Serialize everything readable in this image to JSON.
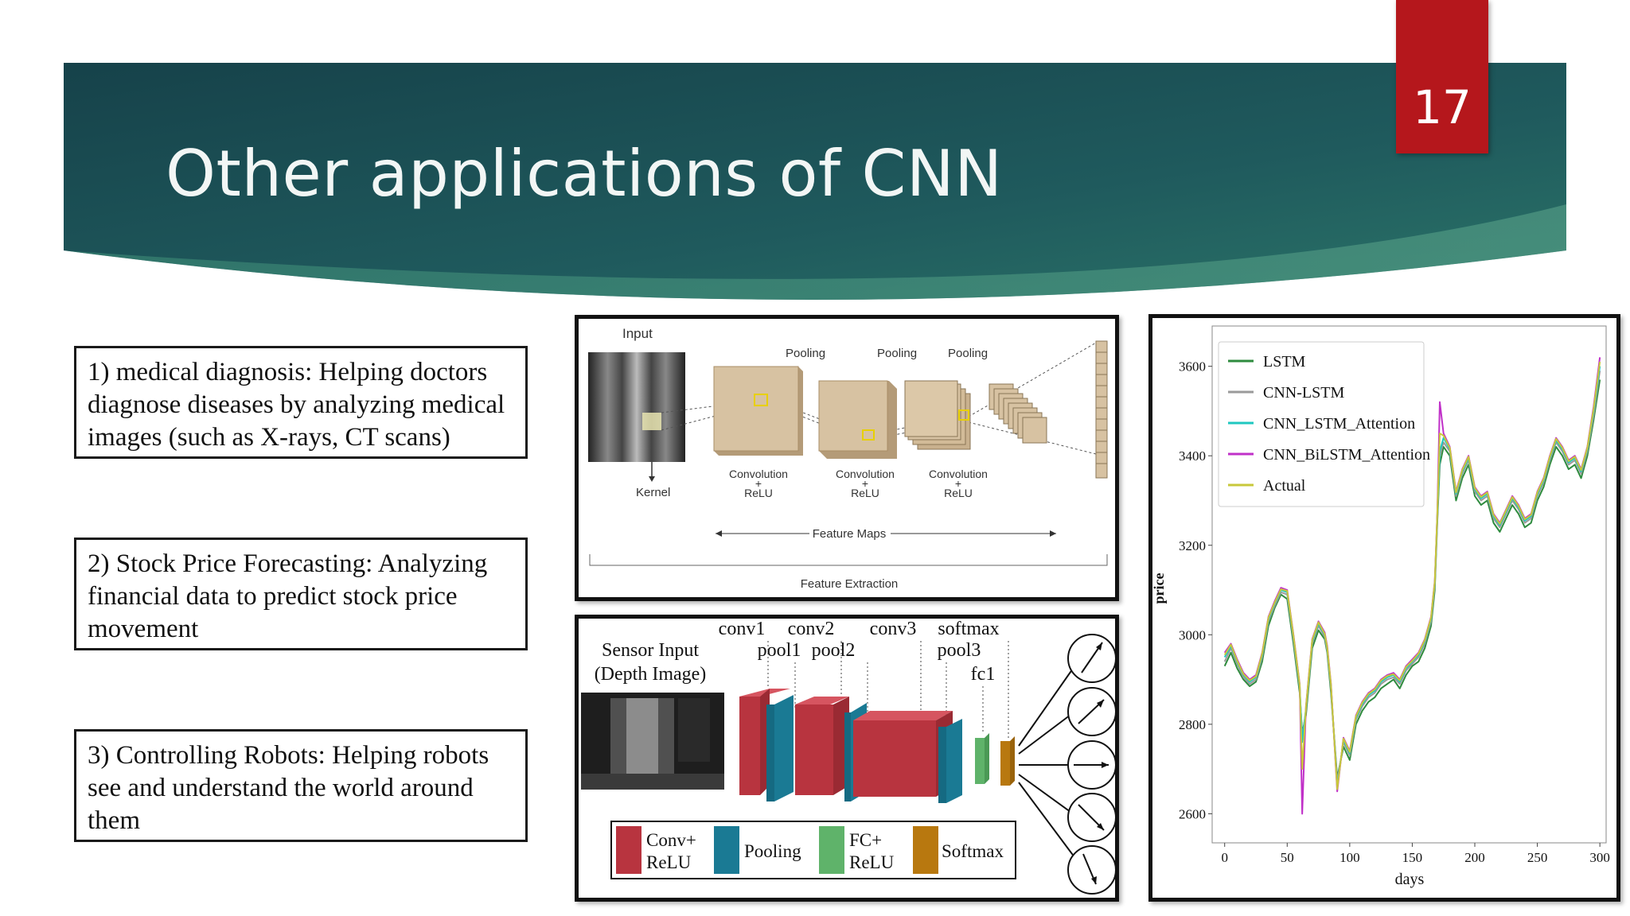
{
  "slide": {
    "title": "Other applications of CNN",
    "number": "17",
    "banner_color": "#1c4f55",
    "accent_color": "#b5171c"
  },
  "applications": [
    {
      "text": "1) medical diagnosis: Helping doctors diagnose diseases by analyzing medical images (such as X-rays, CT scans)"
    },
    {
      "text": "2) Stock Price Forecasting: Analyzing financial data to predict stock price movement"
    },
    {
      "text": "3) Controlling Robots: Helping robots see and understand the world around them"
    }
  ],
  "cnn_diagram": {
    "input_label": "Input",
    "kernel_label": "Kernel",
    "pooling_labels": [
      "Pooling",
      "Pooling",
      "Pooling"
    ],
    "conv_labels": [
      {
        "line1": "Convolution",
        "plus": "+",
        "line2": "ReLU"
      },
      {
        "line1": "Convolution",
        "plus": "+",
        "line2": "ReLU"
      },
      {
        "line1": "Convolution",
        "plus": "+",
        "line2": "ReLU"
      }
    ],
    "feature_maps_label": "Feature Maps",
    "feature_extraction_label": "Feature Extraction"
  },
  "robot_diagram": {
    "sensor_line1": "Sensor Input",
    "sensor_line2": "(Depth Image)",
    "top_labels": [
      "conv1",
      "conv2",
      "conv3",
      "softmax"
    ],
    "mid_labels": [
      "pool1",
      "pool2",
      "pool3"
    ],
    "fc_label": "fc1",
    "legend": [
      {
        "line1": "Conv+",
        "line2": "ReLU",
        "color": "#b8343f"
      },
      {
        "line1": "Pooling",
        "line2": "",
        "color": "#1a7a94"
      },
      {
        "line1": "FC+",
        "line2": "ReLU",
        "color": "#5fb36a"
      },
      {
        "line1": "Softmax",
        "line2": "",
        "color": "#b8780f"
      }
    ]
  },
  "chart_data": {
    "type": "line",
    "xlabel": "days",
    "ylabel": "price",
    "xlim": [
      -10,
      305
    ],
    "ylim": [
      2535,
      3690
    ],
    "xticks": [
      0,
      50,
      100,
      150,
      200,
      250,
      300
    ],
    "yticks": [
      2600,
      2800,
      3000,
      3200,
      3400,
      3600
    ],
    "legend_position": "top-left",
    "grid": false,
    "x": [
      0,
      5,
      10,
      15,
      20,
      25,
      30,
      35,
      40,
      45,
      50,
      55,
      60,
      62,
      65,
      70,
      75,
      80,
      82,
      85,
      90,
      95,
      100,
      105,
      110,
      115,
      120,
      125,
      130,
      135,
      140,
      145,
      150,
      155,
      160,
      165,
      168,
      170,
      172,
      175,
      180,
      185,
      190,
      195,
      200,
      205,
      210,
      215,
      220,
      225,
      230,
      235,
      240,
      245,
      250,
      255,
      260,
      265,
      270,
      275,
      280,
      285,
      290,
      295,
      300
    ],
    "series": [
      {
        "name": "LSTM",
        "color": "#2e8b3e",
        "values": [
          2930,
          2960,
          2925,
          2900,
          2885,
          2895,
          2940,
          3020,
          3060,
          3090,
          3080,
          2980,
          2870,
          2780,
          2820,
          2970,
          3010,
          2990,
          2960,
          2870,
          2680,
          2750,
          2720,
          2800,
          2830,
          2850,
          2860,
          2880,
          2890,
          2900,
          2880,
          2910,
          2930,
          2940,
          2970,
          3020,
          3100,
          3250,
          3380,
          3420,
          3400,
          3300,
          3350,
          3380,
          3310,
          3290,
          3300,
          3250,
          3230,
          3260,
          3290,
          3270,
          3240,
          3250,
          3300,
          3330,
          3380,
          3420,
          3400,
          3370,
          3380,
          3350,
          3400,
          3480,
          3570
        ]
      },
      {
        "name": "CNN-LSTM",
        "color": "#9a9a9a",
        "values": [
          2940,
          2970,
          2935,
          2905,
          2890,
          2900,
          2950,
          3030,
          3065,
          3095,
          3090,
          2990,
          2880,
          2770,
          2830,
          2980,
          3020,
          2995,
          2965,
          2880,
          2670,
          2760,
          2730,
          2810,
          2840,
          2860,
          2870,
          2890,
          2900,
          2905,
          2890,
          2920,
          2935,
          2950,
          2980,
          3030,
          3110,
          3260,
          3400,
          3430,
          3410,
          3310,
          3360,
          3390,
          3320,
          3300,
          3310,
          3260,
          3240,
          3270,
          3300,
          3280,
          3250,
          3260,
          3310,
          3340,
          3390,
          3430,
          3410,
          3380,
          3390,
          3360,
          3410,
          3490,
          3590
        ]
      },
      {
        "name": "CNN_LSTM_Attention",
        "color": "#1fc7c0",
        "values": [
          2950,
          2975,
          2940,
          2910,
          2895,
          2905,
          2955,
          3035,
          3070,
          3100,
          3095,
          2995,
          2885,
          2760,
          2835,
          2985,
          3025,
          3000,
          2970,
          2885,
          2660,
          2765,
          2735,
          2815,
          2845,
          2865,
          2875,
          2895,
          2905,
          2910,
          2895,
          2925,
          2940,
          2955,
          2985,
          3035,
          3115,
          3265,
          3410,
          3440,
          3415,
          3315,
          3365,
          3395,
          3325,
          3305,
          3315,
          3265,
          3245,
          3275,
          3305,
          3285,
          3255,
          3265,
          3315,
          3345,
          3395,
          3435,
          3415,
          3385,
          3395,
          3365,
          3415,
          3500,
          3600
        ]
      },
      {
        "name": "CNN_BiLSTM_Attention",
        "color": "#c030c8",
        "values": [
          2960,
          2980,
          2945,
          2915,
          2900,
          2910,
          2960,
          3040,
          3075,
          3105,
          3100,
          3000,
          2890,
          2600,
          2840,
          2990,
          3030,
          3005,
          2975,
          2890,
          2650,
          2770,
          2740,
          2820,
          2850,
          2870,
          2880,
          2900,
          2910,
          2915,
          2900,
          2930,
          2945,
          2960,
          2990,
          3040,
          3120,
          3270,
          3520,
          3450,
          3420,
          3320,
          3370,
          3400,
          3330,
          3310,
          3320,
          3270,
          3250,
          3280,
          3310,
          3290,
          3260,
          3270,
          3320,
          3350,
          3400,
          3440,
          3420,
          3390,
          3400,
          3370,
          3420,
          3510,
          3620
        ]
      },
      {
        "name": "Actual",
        "color": "#c8c83a",
        "values": [
          2955,
          2978,
          2942,
          2912,
          2898,
          2907,
          2958,
          3038,
          3072,
          3102,
          3098,
          2998,
          2888,
          2700,
          2838,
          2988,
          3028,
          3002,
          2972,
          2888,
          2655,
          2768,
          2738,
          2818,
          2848,
          2868,
          2878,
          2898,
          2908,
          2912,
          2898,
          2928,
          2942,
          2958,
          2988,
          3038,
          3118,
          3268,
          3450,
          3445,
          3418,
          3318,
          3368,
          3398,
          3328,
          3308,
          3318,
          3268,
          3248,
          3278,
          3308,
          3288,
          3258,
          3268,
          3318,
          3348,
          3398,
          3438,
          3418,
          3388,
          3398,
          3368,
          3418,
          3505,
          3610
        ]
      }
    ]
  }
}
